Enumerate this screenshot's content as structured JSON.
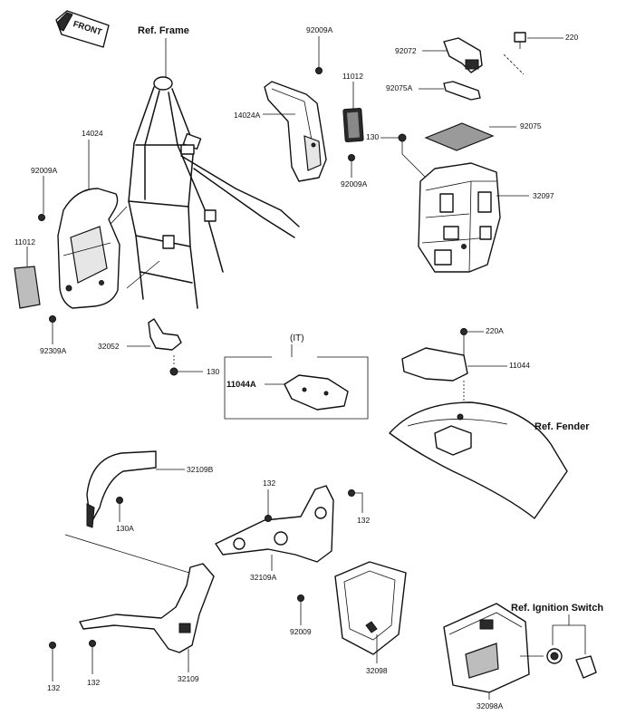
{
  "references": {
    "frame": "Ref. Frame",
    "fender": "Ref. Fender",
    "ignition_switch": "Ref. Ignition Switch"
  },
  "front_arrow": "FRONT",
  "group_label": "(IT)",
  "part_numbers": {
    "p92009A_top": "92009A",
    "p11012_top": "11012",
    "p14024A": "14024A",
    "p92009A_mid": "92009A",
    "p92072": "92072",
    "p220": "220",
    "p92075A": "92075A",
    "p92075": "92075",
    "p130_top": "130",
    "p32097": "32097",
    "p14024": "14024",
    "p92009A_left": "92009A",
    "p11012_left": "11012",
    "p92309A": "92309A",
    "p32052": "32052",
    "p130_mid": "130",
    "p11044A": "11044A",
    "p220A": "220A",
    "p11044": "11044",
    "p32109B": "32109B",
    "p130A": "130A",
    "p132_a": "132",
    "p132_b": "132",
    "p32109A": "32109A",
    "p92009": "92009",
    "p32098": "32098",
    "p132_c": "132",
    "p132_d": "132",
    "p32109": "32109",
    "p32098A": "32098A"
  }
}
